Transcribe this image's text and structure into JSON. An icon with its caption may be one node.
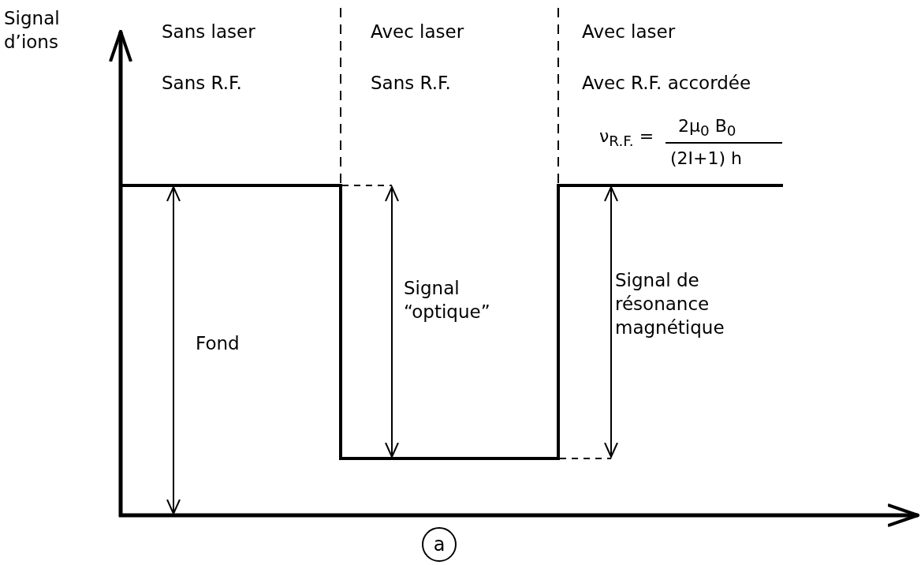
{
  "diagram": {
    "nodes": [
      {
        "text": [
          "a"
        ]
      }
    ],
    "labels": [
      "Signal d’ions",
      "Sans laser",
      "Avec laser",
      "Avec laser",
      "Sans R.F.",
      "Sans R.F.",
      "Avec R.F. accordée",
      "ν$_{R.F.}$ =",
      "2μ$_{0}$ B$_{0}$",
      "(2I+1) h",
      "Fond",
      "Signal “optique”",
      "Signal de résonance magnétique"
    ]
  }
}
